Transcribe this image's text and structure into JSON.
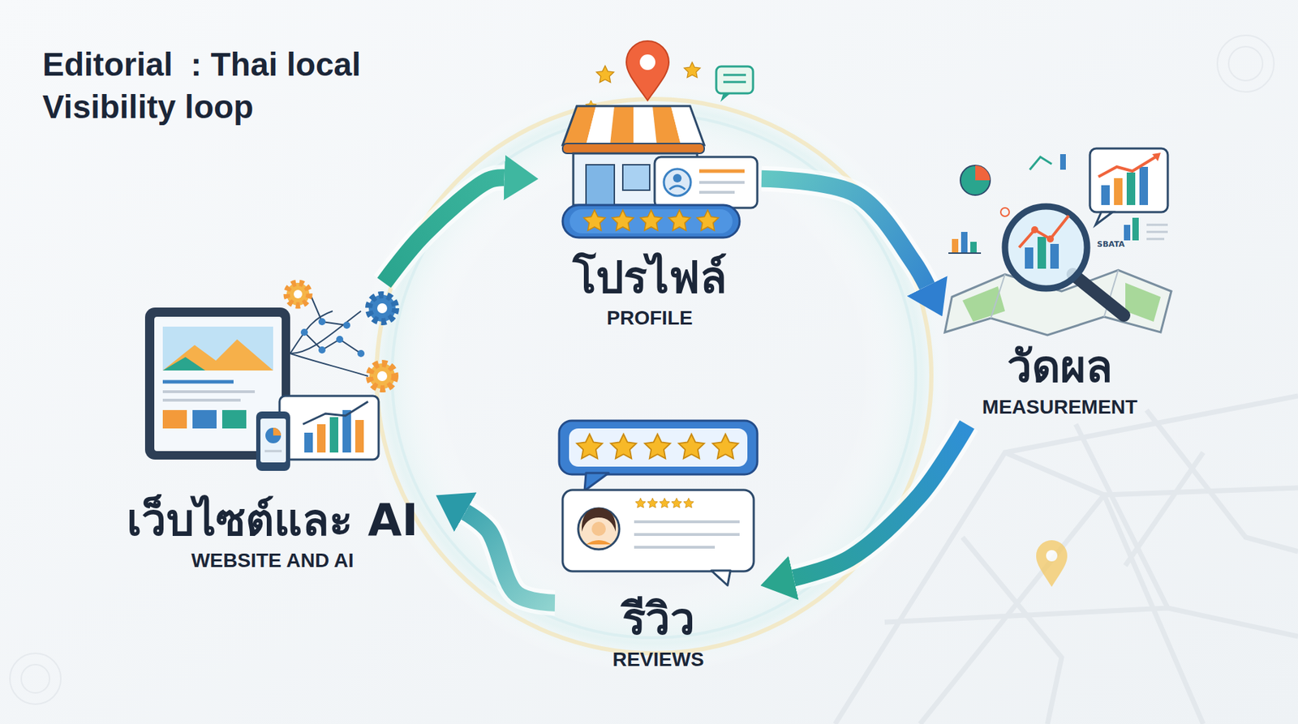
{
  "diagram": {
    "title": "Editorial  : Thai local Visibility loop",
    "nodes": [
      {
        "text": [
          "โปรไฟล์",
          "PROFILE"
        ]
      },
      {
        "text": [
          "วัดผล",
          "MEASUREMENT"
        ]
      },
      {
        "text": [
          "รีวิว",
          "REVIEWS"
        ]
      },
      {
        "text": [
          "เว็บไซต์และ AI",
          "WEBSITE AND AI"
        ]
      }
    ],
    "edges": [
      {
        "from": 0,
        "to": 1,
        "arrow": "to"
      },
      {
        "from": 1,
        "to": 2,
        "arrow": "to"
      },
      {
        "from": 2,
        "to": 3,
        "arrow": "to"
      },
      {
        "from": 3,
        "to": 0,
        "arrow": "to"
      }
    ],
    "labels": [
      "SBATA"
    ]
  }
}
